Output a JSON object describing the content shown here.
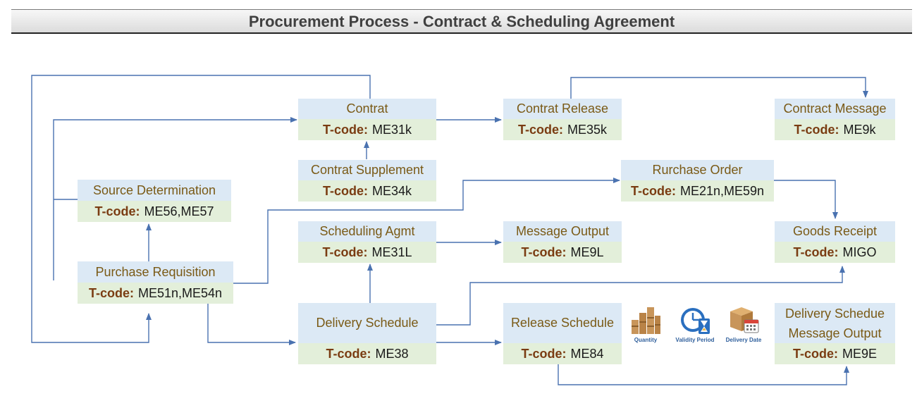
{
  "title": "Procurement Process - Contract & Scheduling Agreement",
  "tcode_label": "T-code:",
  "boxes": {
    "contract": {
      "title": "Contrat",
      "tcode": "ME31k"
    },
    "contract_release": {
      "title": "Contrat Release",
      "tcode": "ME35k"
    },
    "contract_message": {
      "title": "Contract Message",
      "tcode": "ME9k"
    },
    "contract_supplement": {
      "title": "Contrat Supplement",
      "tcode": "ME34k"
    },
    "source_determination": {
      "title": "Source Determination",
      "tcode": "ME56,ME57"
    },
    "purchase_order": {
      "title": "Rurchase Order",
      "tcode": "ME21n,ME59n"
    },
    "scheduling_agmt": {
      "title": "Scheduling Agmt",
      "tcode": "ME31L"
    },
    "message_output": {
      "title": "Message Output",
      "tcode": "ME9L"
    },
    "goods_receipt": {
      "title": "Goods Receipt",
      "tcode": "MIGO"
    },
    "purchase_requisition": {
      "title": "Purchase Requisition",
      "tcode": "ME51n,ME54n"
    },
    "delivery_schedule": {
      "title": "Delivery Schedule",
      "tcode": "ME38"
    },
    "release_schedule": {
      "title": "Release Schedule",
      "tcode": "ME84"
    },
    "delivery_schedule_message": {
      "title_line1": "Delivery Schedue",
      "title_line2": "Message Output",
      "tcode": "ME9E"
    }
  },
  "icons": [
    {
      "name": "boxes-icon",
      "label": "Quantity"
    },
    {
      "name": "clock-hourglass-icon",
      "label": "Validity Period"
    },
    {
      "name": "box-calendar-icon",
      "label": "Delivery Date"
    }
  ],
  "colors": {
    "header_fill": "#dce9f5",
    "tcode_fill": "#e3efda",
    "title_text": "#7a5a16",
    "tcode_label_text": "#7a3c12",
    "connector": "#4a72b0"
  }
}
